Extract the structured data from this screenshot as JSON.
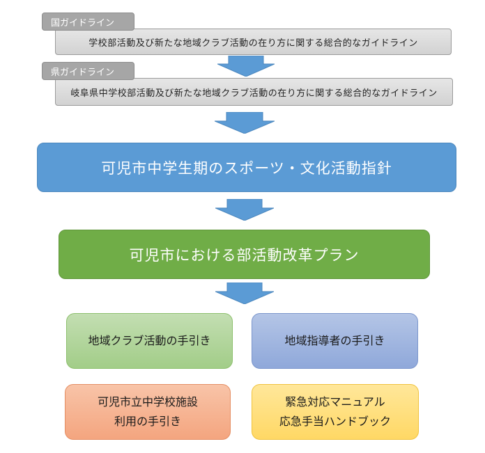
{
  "national": {
    "tag": "国ガイドライン",
    "text": "学校部活動及び新たな地域クラブ活動の在り方に関する総合的なガイドライン"
  },
  "prefecture": {
    "tag": "県ガイドライン",
    "text": "岐阜県中学校部活動及び新たな地域クラブ活動の在り方に関する総合的なガイドライン"
  },
  "city_policy": "可児市中学生期のスポーツ・文化活動指針",
  "reform_plan": "可児市における部活動改革プラン",
  "guides": {
    "club_activity": "地域クラブ活動の手引き",
    "instructor": "地域指導者の手引き",
    "facility_line1": "可児市立中学校施設",
    "facility_line2": "利用の手引き",
    "emergency_line1": "緊急対応マニュアル",
    "emergency_line2": "応急手当ハンドブック"
  },
  "colors": {
    "arrow": "#5b9bd5",
    "policy": "#5b9bd5",
    "plan": "#70ad47"
  }
}
